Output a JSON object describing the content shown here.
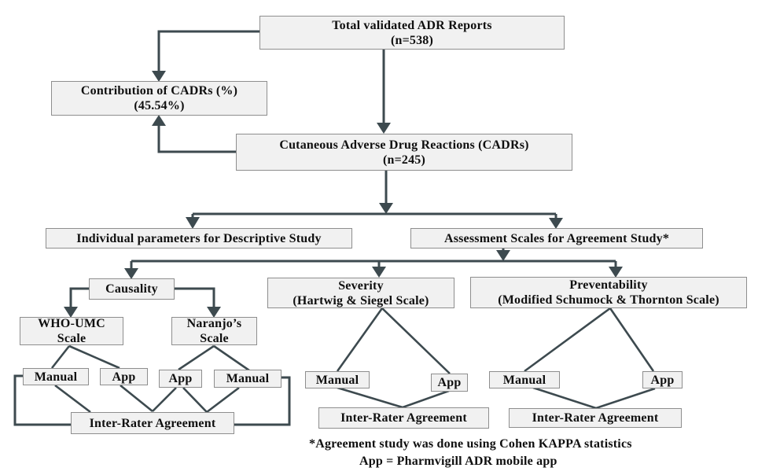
{
  "palette": {
    "line": "#3d4a4f",
    "box_fill": "#f1f1f1",
    "box_border": "#8e8e8e",
    "text": "#0f0f0f",
    "background": "#ffffff"
  },
  "diagram": {
    "nodes": {
      "total": {
        "line1": "Total validated ADR Reports",
        "line2": "(n=538)"
      },
      "contribution": {
        "line1": "Contribution of CADRs (%)",
        "line2": "(45.54%)"
      },
      "cadrs": {
        "line1": "Cutaneous Adverse Drug Reactions (CADRs)",
        "line2": "(n=245)"
      },
      "individual": {
        "line1": "Individual parameters for Descriptive Study"
      },
      "assessment": {
        "line1": "Assessment Scales for Agreement Study*"
      },
      "causality": {
        "line1": "Causality"
      },
      "severity": {
        "line1": "Severity",
        "line2": "(Hartwig & Siegel Scale)"
      },
      "preventability": {
        "line1": "Preventability",
        "line2": "(Modified Schumock & Thornton Scale)"
      },
      "whoumc": {
        "line1": "WHO-UMC",
        "line2": "Scale"
      },
      "naranjo": {
        "line1": "Naranjo’s",
        "line2": "Scale"
      },
      "manual_who": {
        "line1": "Manual"
      },
      "app_who": {
        "line1": "App"
      },
      "app_naranjo": {
        "line1": "App"
      },
      "manual_naranjo": {
        "line1": "Manual"
      },
      "ira_causality": {
        "line1": "Inter-Rater Agreement"
      },
      "manual_severity": {
        "line1": "Manual"
      },
      "app_severity": {
        "line1": "App"
      },
      "ira_severity": {
        "line1": "Inter-Rater Agreement"
      },
      "manual_preventability": {
        "line1": "Manual"
      },
      "app_preventability": {
        "line1": "App"
      },
      "ira_preventability": {
        "line1": "Inter-Rater Agreement"
      }
    },
    "footnotes": {
      "kappa": "*Agreement study was done using Cohen KAPPA statistics",
      "app": "App = Pharmvigill ADR mobile app"
    }
  }
}
